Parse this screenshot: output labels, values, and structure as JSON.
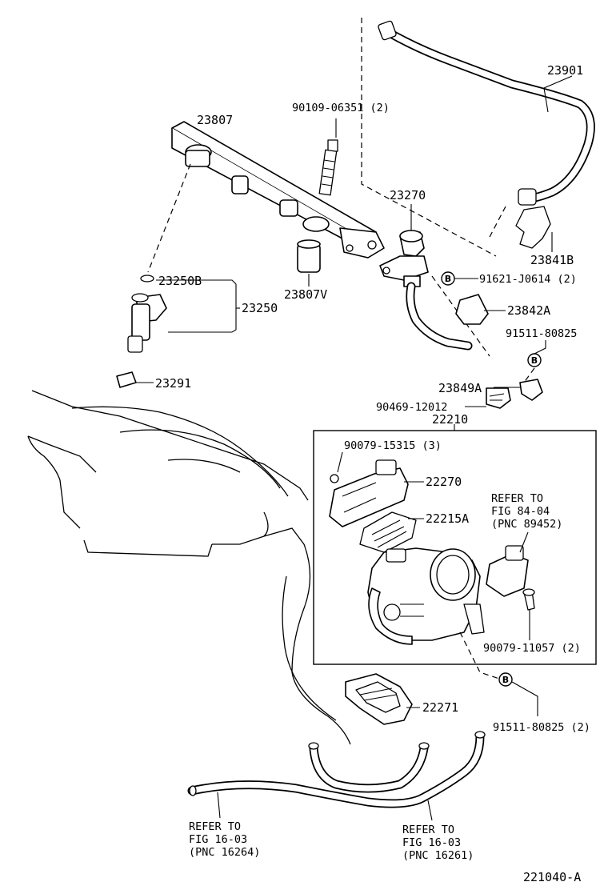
{
  "diagram_id": "221040-A",
  "callouts": {
    "c23901": "23901",
    "c23807": "23807",
    "c90109": "90109-06351 (2)",
    "c23270": "23270",
    "c23841b": "23841B",
    "c91621": "91621-J0614 (2)",
    "c23250b": "23250B",
    "c23250": "23250",
    "c23807v": "23807V",
    "c23842a": "23842A",
    "c91511a": "91511-80825",
    "c23291": "23291",
    "c23849a": "23849A",
    "c90469": "90469-12012",
    "c22210": "22210",
    "c90079a": "90079-15315 (3)",
    "c22270": "22270",
    "c22215a": "22215A",
    "c90079b": "90079-11057 (2)",
    "c22271": "22271",
    "c91511b": "91511-80825 (2)"
  },
  "circle_marker": "B",
  "refer_notes": {
    "r1": {
      "l1": "REFER TO",
      "l2": "FIG 84-04",
      "l3": "(PNC 89452)"
    },
    "r2": {
      "l1": "REFER TO",
      "l2": "FIG 16-03",
      "l3": "(PNC 16264)"
    },
    "r3": {
      "l1": "REFER TO",
      "l2": "FIG 16-03",
      "l3": "(PNC 16261)"
    }
  }
}
